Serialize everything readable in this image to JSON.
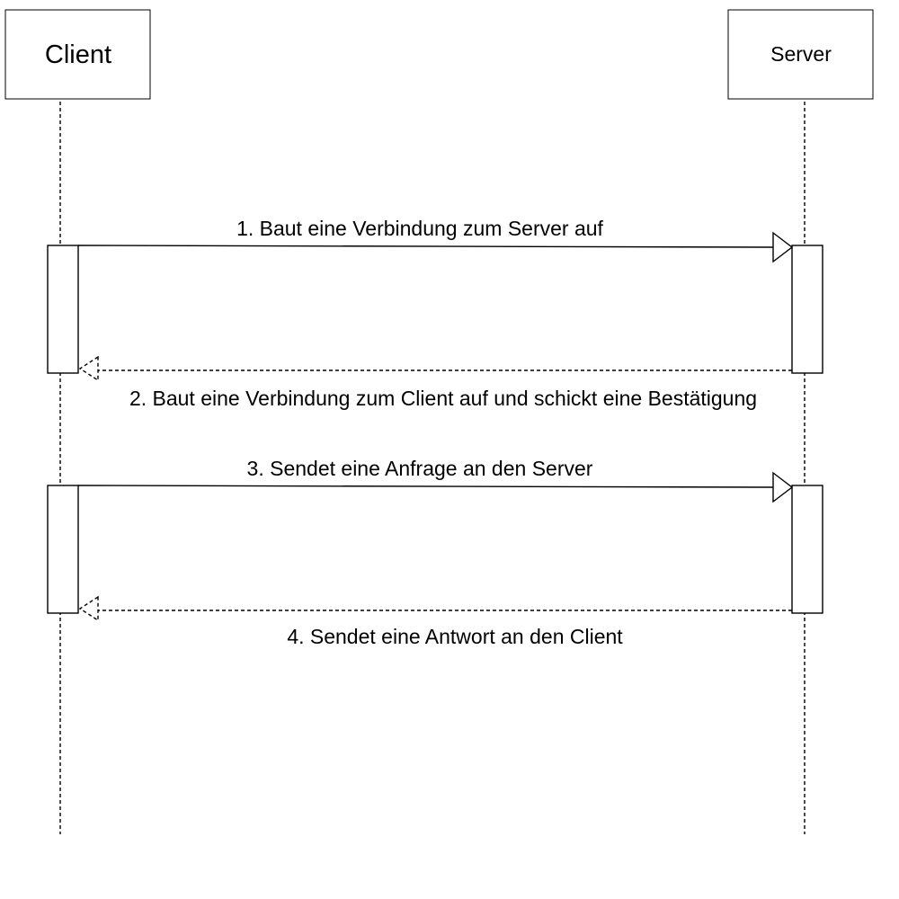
{
  "participants": {
    "client": {
      "label": "Client"
    },
    "server": {
      "label": "Server"
    }
  },
  "messages": [
    {
      "id": "m1",
      "from": "client",
      "to": "server",
      "style": "solid",
      "label": "1. Baut eine Verbindung zum Server auf"
    },
    {
      "id": "m2",
      "from": "server",
      "to": "client",
      "style": "dashed",
      "label": "2. Baut eine Verbindung zum Client auf und schickt eine Bestätigung"
    },
    {
      "id": "m3",
      "from": "client",
      "to": "server",
      "style": "solid",
      "label": "3. Sendet eine Anfrage an den Server"
    },
    {
      "id": "m4",
      "from": "server",
      "to": "client",
      "style": "dashed",
      "label": "4. Sendet eine Antwort an den Client"
    }
  ],
  "colors": {
    "stroke": "#000000",
    "background": "#ffffff"
  }
}
